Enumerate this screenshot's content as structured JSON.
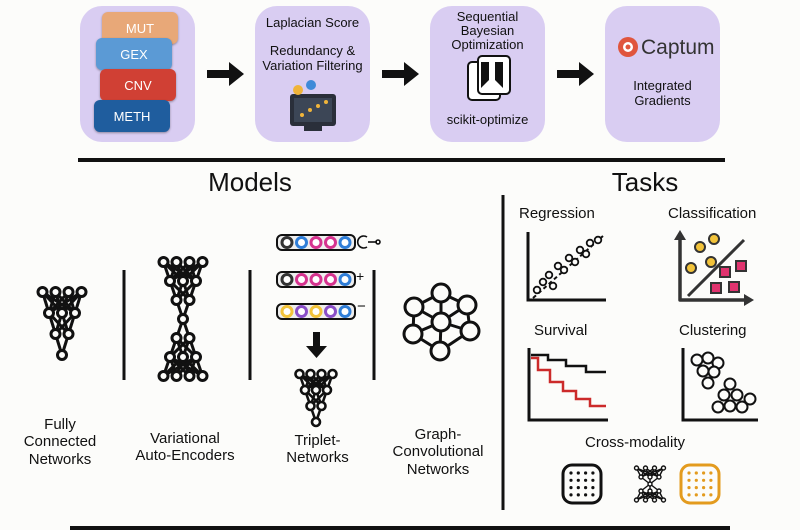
{
  "pipeline": {
    "inputs": [
      {
        "label": "MUT",
        "color": "#e8a878"
      },
      {
        "label": "GEX",
        "color": "#5b9ad5"
      },
      {
        "label": "CNV",
        "color": "#d04034"
      },
      {
        "label": "METH",
        "color": "#1f5d9e"
      }
    ],
    "step1": {
      "line1": "Laplacian Score",
      "line2": "Redundancy &",
      "line3": "Variation Filtering"
    },
    "step2": {
      "line1": "Sequential",
      "line2": "Bayesian",
      "line3": "Optimization",
      "tool": "scikit-optimize"
    },
    "step3": {
      "brand": "Captum",
      "line1": "Integrated",
      "line2": "Gradients"
    },
    "box_color": "#d9cdf2",
    "brand_color": "#e0553d"
  },
  "models": {
    "heading": "Models",
    "items": [
      {
        "line1": "Fully",
        "line2": "Connected",
        "line3": "Networks"
      },
      {
        "line1": "Variational",
        "line2": "Auto-Encoders"
      },
      {
        "line1": "Triplet-",
        "line2": "Networks",
        "signs": [
          "+",
          "−"
        ]
      },
      {
        "line1": "Graph-",
        "line2": "Convolutional",
        "line3": "Networks"
      }
    ]
  },
  "tasks": {
    "heading": "Tasks",
    "items": [
      "Regression",
      "Classification",
      "Survival",
      "Clustering",
      "Cross-modality"
    ],
    "accent_red": "#cc2a2a",
    "accent_yellow": "#f2c33a",
    "accent_pink": "#e0336e"
  }
}
